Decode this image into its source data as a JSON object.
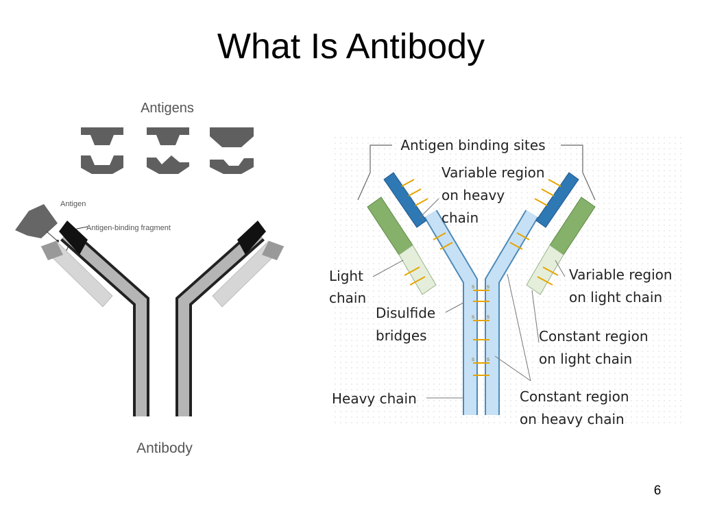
{
  "slide": {
    "title": "What Is Antibody",
    "page_number": "6"
  },
  "left_diagram": {
    "antigens_label": "Antigens",
    "antigen_label": "Antigen",
    "fragment_label": "Antigen-binding fragment",
    "antibody_label": "Antibody"
  },
  "right_diagram": {
    "binding_sites": "Antigen binding sites",
    "var_heavy": [
      "Variable region",
      "on heavy",
      "chain"
    ],
    "light_chain": [
      "Light",
      "chain"
    ],
    "disulfide": [
      "Disulfide",
      "bridges"
    ],
    "var_light": [
      "Variable region",
      "on light chain"
    ],
    "const_light": [
      "Constant region",
      "on light chain"
    ],
    "heavy_chain": "Heavy chain",
    "const_heavy": [
      "Constant region",
      "on heavy chain"
    ],
    "bridge_mark": "S"
  },
  "colors": {
    "heavy_constant": "#c6e0f5",
    "heavy_variable": "#2e78b4",
    "light_constant": "#e4eedb",
    "light_variable": "#86b16a",
    "bridge": "#e7a400"
  }
}
